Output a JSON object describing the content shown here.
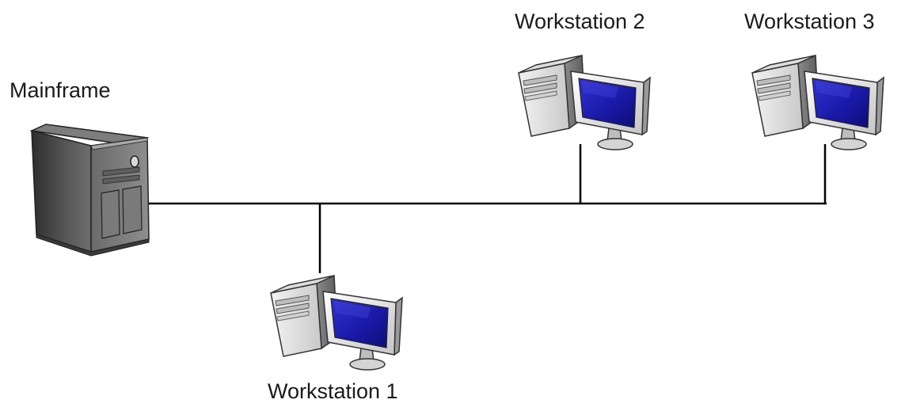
{
  "diagram": {
    "type": "bus-network",
    "nodes": {
      "mainframe": {
        "label": "Mainframe",
        "icon": "server-tower-icon"
      },
      "workstation1": {
        "label": "Workstation 1",
        "icon": "workstation-computer-icon"
      },
      "workstation2": {
        "label": "Workstation 2",
        "icon": "workstation-computer-icon"
      },
      "workstation3": {
        "label": "Workstation 3",
        "icon": "workstation-computer-icon"
      }
    },
    "connections": [
      {
        "from": "mainframe",
        "to": "workstation1"
      },
      {
        "from": "mainframe",
        "to": "workstation2"
      },
      {
        "from": "mainframe",
        "to": "workstation3"
      }
    ],
    "colors": {
      "line": "#000000",
      "screen": "#1a1aa8",
      "case": "#bcbcbc",
      "server": "#5a5a5a"
    }
  }
}
